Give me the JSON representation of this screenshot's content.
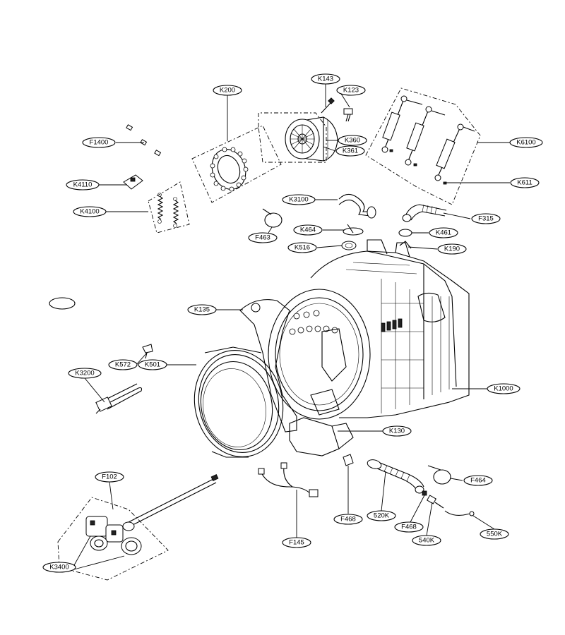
{
  "labels": {
    "k200": "K200",
    "k143": "K143",
    "k123": "K123",
    "k360": "K360",
    "k361": "K361",
    "k6100": "K6100",
    "k611": "K611",
    "f1400": "F1400",
    "k4110": "K4110",
    "k4100": "K4100",
    "k3100": "K3100",
    "f315": "F315",
    "f463": "F463",
    "k464": "K464",
    "k461": "K461",
    "k516": "K516",
    "k190": "K190",
    "k135": "K135",
    "k572": "K572",
    "k501": "K501",
    "k3200": "K3200",
    "k1000": "K1000",
    "k130": "K130",
    "f102": "F102",
    "f468a": "F468",
    "f468b": "F468",
    "k520": "520K",
    "k540": "540K",
    "f464": "F464",
    "k550": "550K",
    "f145": "F145",
    "k3400": "K3400"
  }
}
